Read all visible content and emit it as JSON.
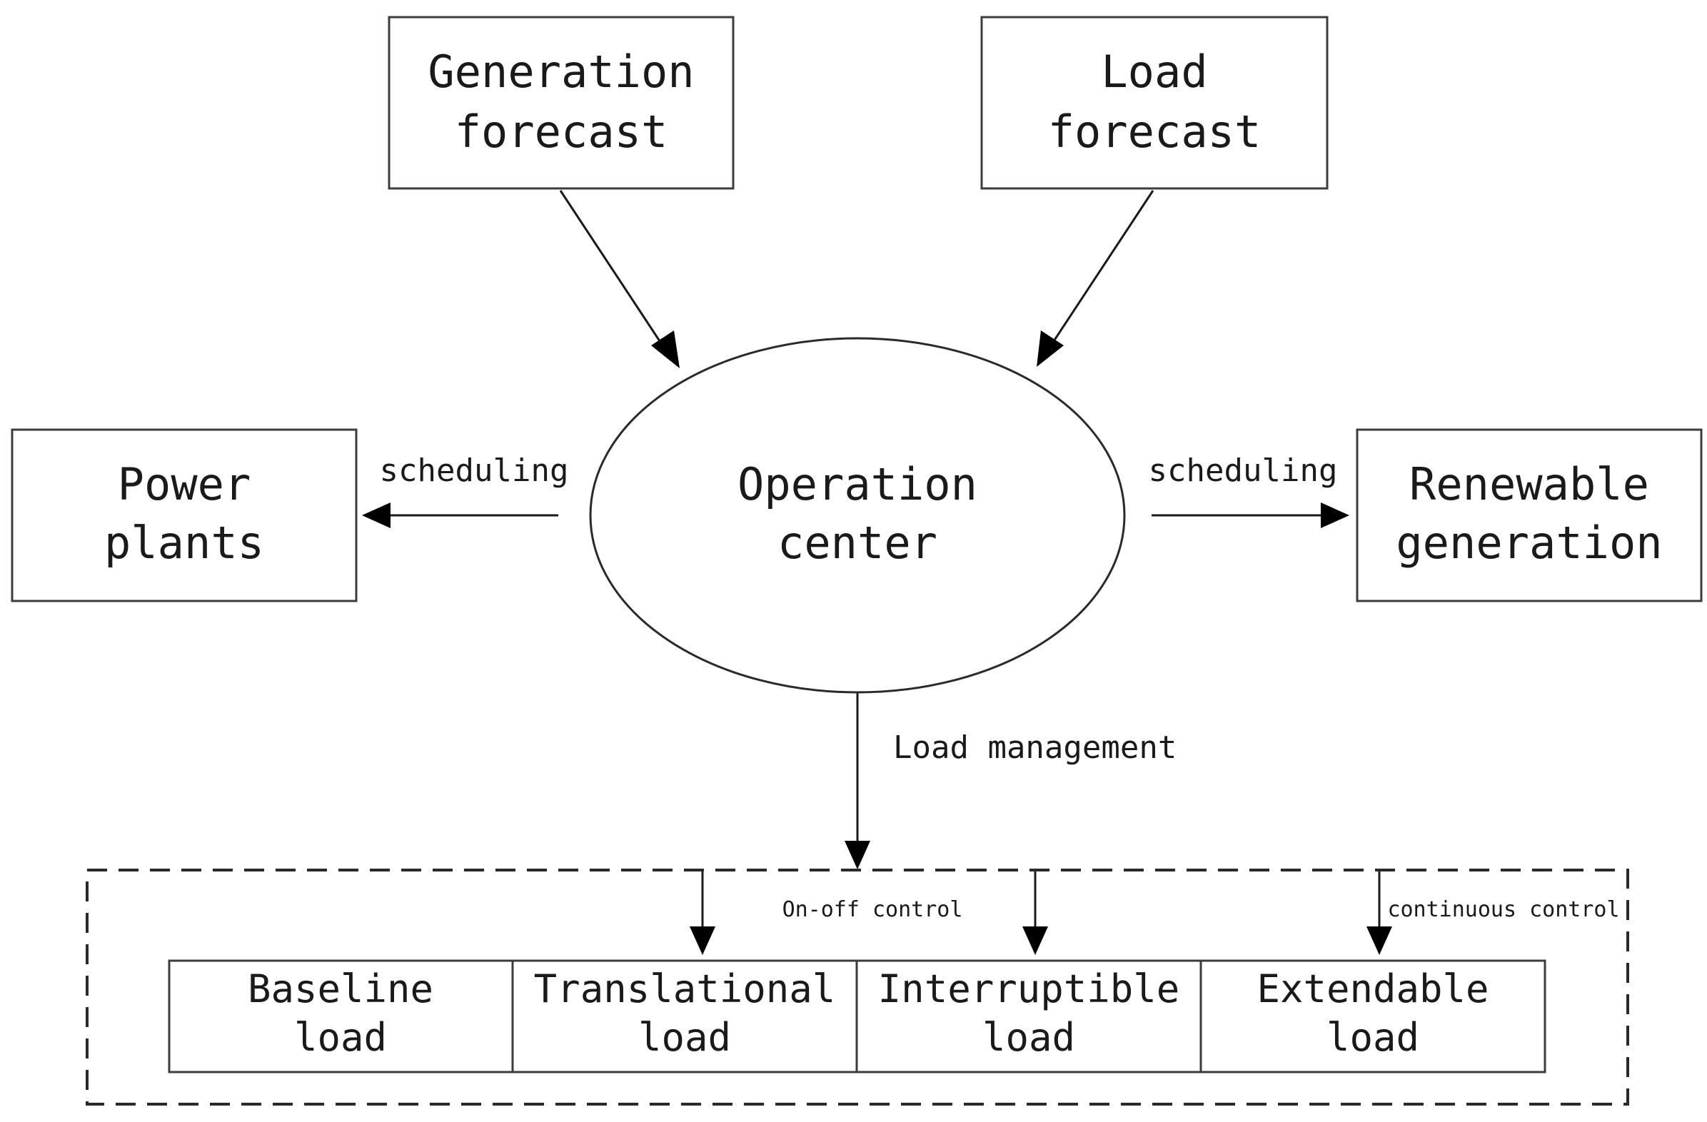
{
  "nodes": {
    "generation_forecast": {
      "line1": "Generation",
      "line2": "forecast"
    },
    "load_forecast": {
      "line1": "Load",
      "line2": "forecast"
    },
    "power_plants": {
      "line1": "Power",
      "line2": "plants"
    },
    "operation_center": {
      "line1": "Operation",
      "line2": "center"
    },
    "renewable_generation": {
      "line1": "Renewable",
      "line2": "generation"
    }
  },
  "edges": {
    "scheduling_left": "scheduling",
    "scheduling_right": "scheduling",
    "load_management": "Load management",
    "on_off_control": "On-off control",
    "continuous_control": "continuous control"
  },
  "loads": [
    {
      "line1": "Baseline",
      "line2": "load"
    },
    {
      "line1": "Translational",
      "line2": "load"
    },
    {
      "line1": "Interruptible",
      "line2": "load"
    },
    {
      "line1": "Extendable",
      "line2": "load"
    }
  ],
  "colors": {
    "stroke": "#2a2a2a",
    "text": "#1a1a1a",
    "background": "#ffffff"
  }
}
